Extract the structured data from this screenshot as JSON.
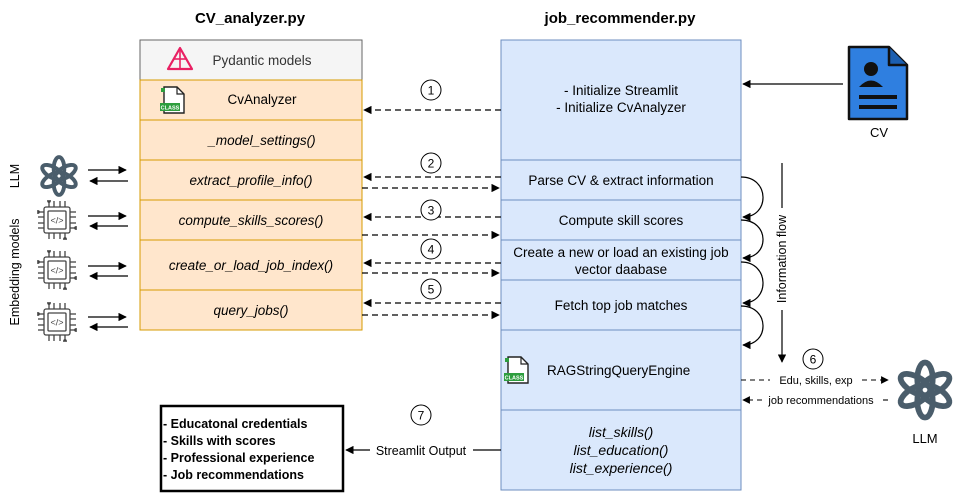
{
  "titles": {
    "left": "CV_analyzer.py",
    "right": "job_recommender.py"
  },
  "left_module": {
    "header": "Pydantic models",
    "class_name": "CvAnalyzer",
    "methods": [
      "_model_settings()",
      "extract_profile_info()",
      "compute_skills_scores()",
      "create_or_load_job_index()",
      "query_jobs()"
    ]
  },
  "right_module": {
    "init_lines": [
      "- Initialize Streamlit",
      "- Initialize CvAnalyzer"
    ],
    "steps": [
      "Parse CV & extract information",
      "Compute skill scores",
      [
        "Create a new or load an existing job",
        "vector daabase"
      ],
      "Fetch top job matches"
    ],
    "rag_class": "RAGStringQueryEngine",
    "functions": [
      "list_skills()",
      "list_education()",
      "list_experience()"
    ]
  },
  "side_labels": {
    "llm_left": "LLM",
    "embedding": "Embedding models",
    "cv": "CV",
    "llm_right": "LLM",
    "info_flow": "Information flow"
  },
  "step_numbers": [
    "1",
    "2",
    "3",
    "4",
    "5",
    "6",
    "7"
  ],
  "arrow_labels": {
    "to_llm": "Edu, skills, exp",
    "from_llm": "job recommendations",
    "streamlit": "Streamlit Output"
  },
  "icons": {
    "class_badge": "CLASS",
    "chip_glyph": "</>"
  },
  "output_box": [
    "- Educatonal credentials",
    "- Skills with scores",
    "- Professional experience",
    "- Job recommendations"
  ],
  "colors": {
    "orange_fill": "#FFE6CC",
    "orange_stroke": "#D79B00",
    "blue_fill": "#DAE8FC",
    "blue_stroke": "#6C8EBF",
    "header_fill": "#F5F5F5",
    "openai_gray": "#4A5D6B",
    "cv_blue": "#2F7FE0",
    "pydantic": "#E92063"
  }
}
